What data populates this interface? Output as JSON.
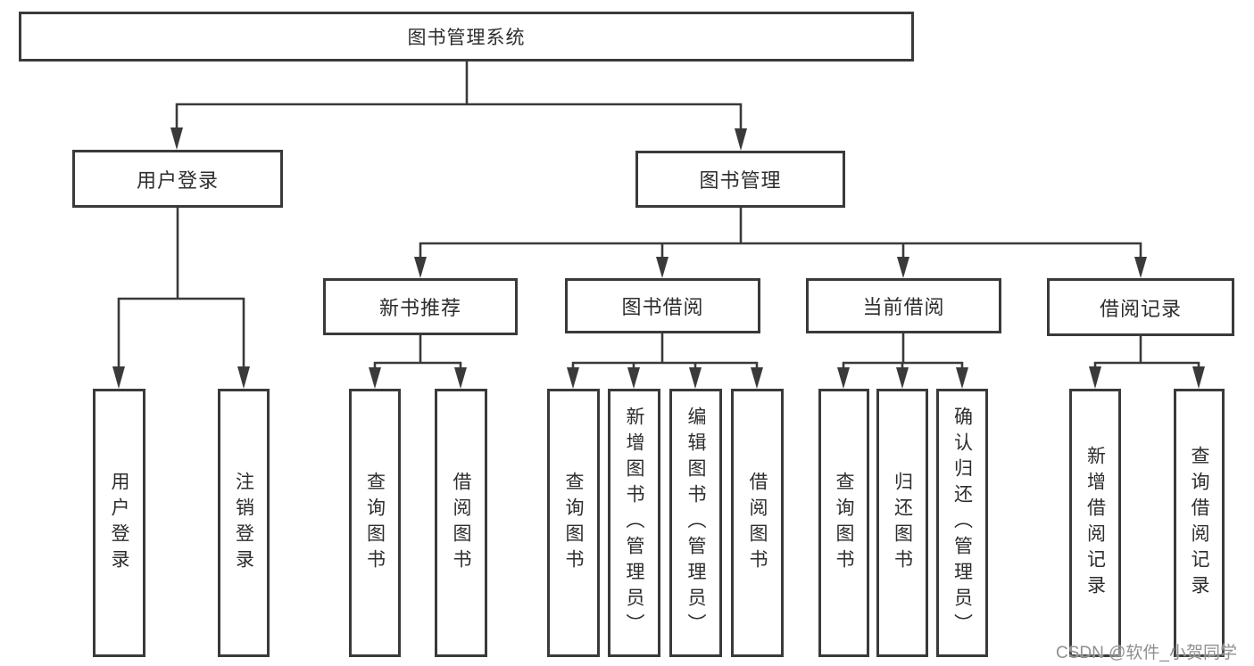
{
  "diagram_type": "hierarchy-tree",
  "nodes": {
    "root": "图书管理系统",
    "user_login": "用户登录",
    "book_mgmt": "图书管理",
    "new_book_rec": "新书推荐",
    "book_borrow": "图书借阅",
    "current_borrow": "当前借阅",
    "borrow_records": "借阅记录",
    "ul_login": "用户登录",
    "ul_logout": "注销登录",
    "nb_query": "查询图书",
    "nb_borrow": "借阅图书",
    "bb_query": "查询图书",
    "bb_add": "新增图书（管理员）",
    "bb_edit": "编辑图书（管理员）",
    "bb_borrow": "借阅图书",
    "cb_query": "查询图书",
    "cb_return": "归还图书",
    "cb_confirm": "确认归还（管理员）",
    "br_add": "新增借阅记录",
    "br_query": "查询借阅记录"
  },
  "hierarchy": {
    "图书管理系统": {
      "用户登录": [
        "用户登录",
        "注销登录"
      ],
      "图书管理": {
        "新书推荐": [
          "查询图书",
          "借阅图书"
        ],
        "图书借阅": [
          "查询图书",
          "新增图书（管理员）",
          "编辑图书（管理员）",
          "借阅图书"
        ],
        "当前借阅": [
          "查询图书",
          "归还图书",
          "确认归还（管理员）"
        ],
        "借阅记录": [
          "新增借阅记录",
          "查询借阅记录"
        ]
      }
    }
  },
  "watermark": "CSDN @软件_小贺同学",
  "colors": {
    "line": "#3a3a3a",
    "text": "#2d2d2d",
    "box_bg": "#ffffff",
    "watermark": "#909090"
  }
}
